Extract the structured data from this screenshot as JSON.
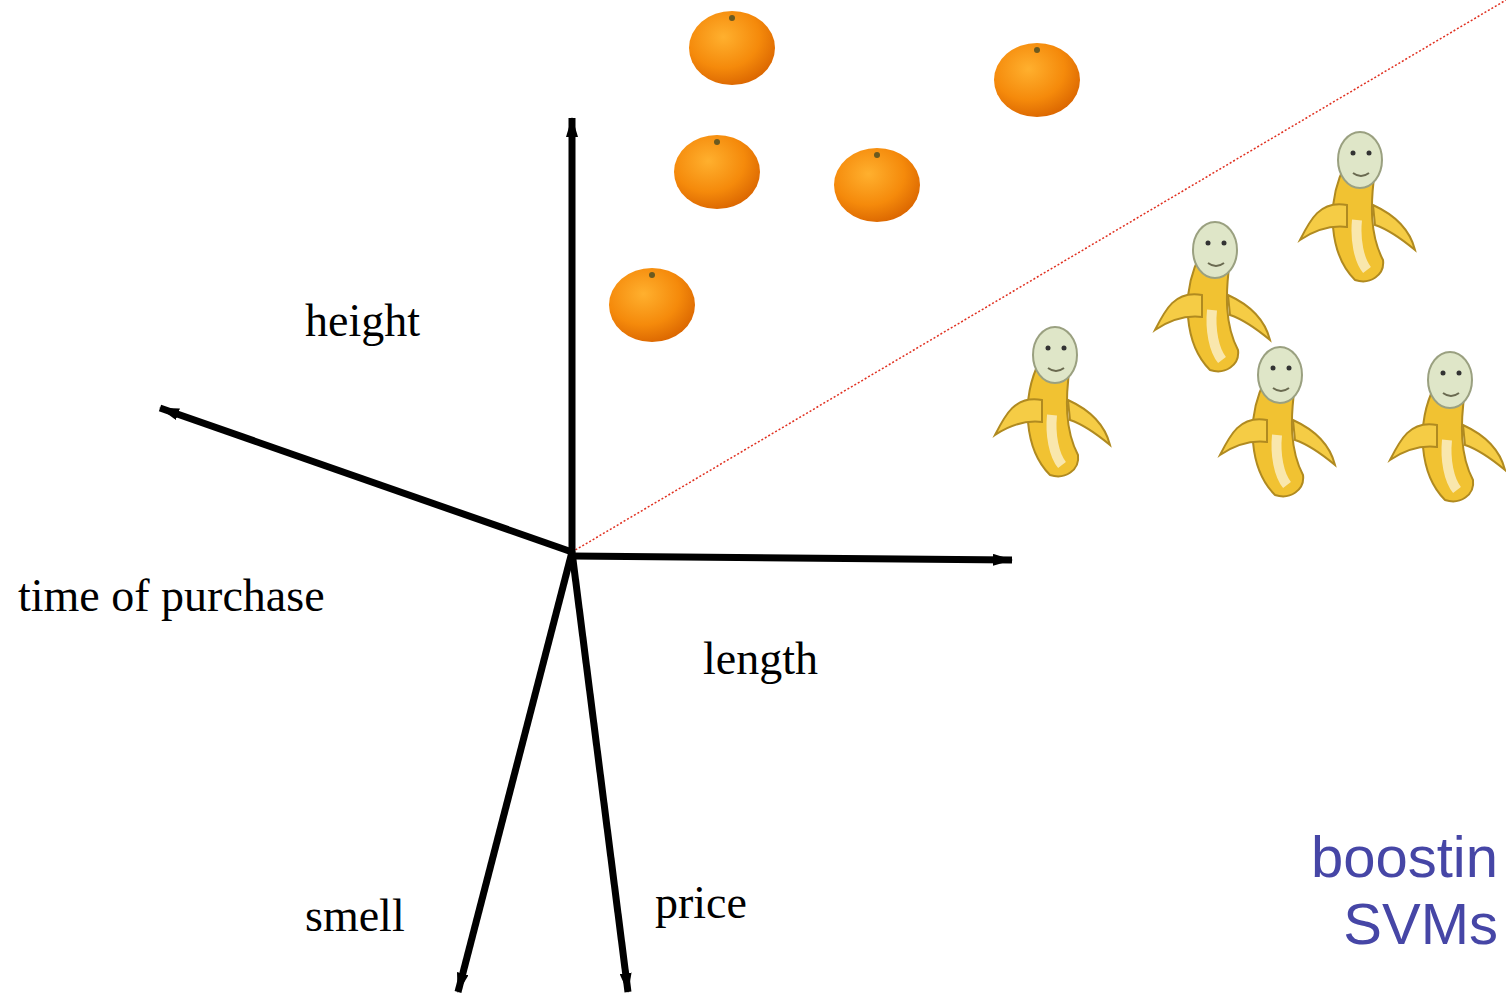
{
  "diagram": {
    "labels": [
      "height",
      "time of purchase",
      "length",
      "smell",
      "price",
      "boostin",
      "SVMs"
    ]
  }
}
